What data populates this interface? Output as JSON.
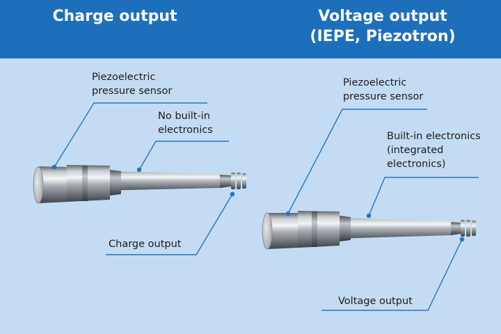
{
  "header": {
    "left_title": "Charge output",
    "right_title_line1": "Voltage output",
    "right_title_line2": "(IEPE, Piezotron)"
  },
  "left_panel": {
    "sensor_label_line1": "Piezoelectric",
    "sensor_label_line2": "pressure sensor",
    "electronics_label_line1": "No built-in",
    "electronics_label_line2": "electronics",
    "output_label": "Charge output"
  },
  "right_panel": {
    "sensor_label_line1": "Piezoelectric",
    "sensor_label_line2": "pressure sensor",
    "electronics_label_line1": "Built-in electronics",
    "electronics_label_line2": "(integrated",
    "electronics_label_line3": "electronics)",
    "output_label": "Voltage output"
  },
  "colors": {
    "header_bg": "#1d6fbb",
    "panel_bg": "#c4dcf3",
    "leader_line": "#1f74c8",
    "label_text": "#1a1a1a",
    "title_text": "#ffffff"
  }
}
